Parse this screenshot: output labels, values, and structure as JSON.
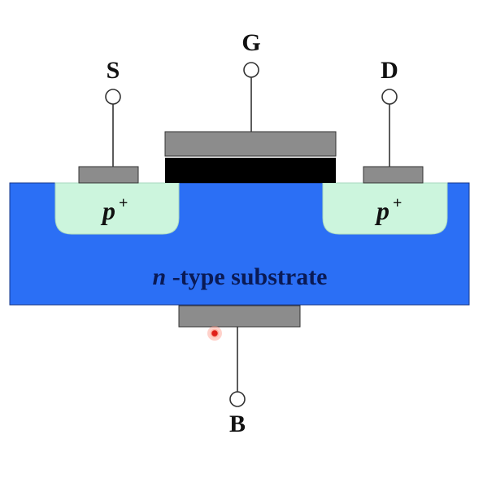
{
  "terminals": {
    "source": "S",
    "gate": "G",
    "drain": "D",
    "body": "B"
  },
  "regions": {
    "source_doping": {
      "base": "p",
      "sup": "+"
    },
    "drain_doping": {
      "base": "p",
      "sup": "+"
    },
    "substrate": {
      "italic_part": "n",
      "rest": "-type substrate"
    }
  },
  "colors": {
    "substrate": "#2b6ff5",
    "p_region": "#ccf5dd",
    "metal_contact": "#8c8c8c",
    "gate_oxide": "#000000",
    "pointer_dot": "#e0201a"
  }
}
